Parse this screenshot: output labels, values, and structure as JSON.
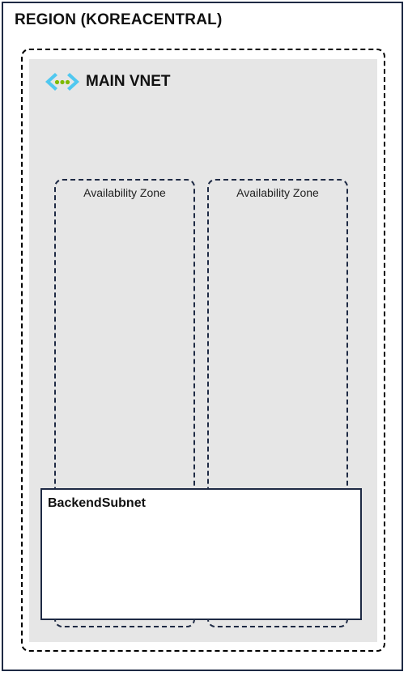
{
  "region": {
    "title": "REGION (KOREACENTRAL)"
  },
  "vnet": {
    "title": "MAIN VNET",
    "icon": "virtual-network-icon",
    "icon_colors": {
      "brackets": "#50c8f0",
      "dot_left": "#7fba00",
      "dot_middle": "#7fba00",
      "dot_right": "#7fba00"
    }
  },
  "zones": [
    {
      "label": "Availability Zone"
    },
    {
      "label": "Availability Zone"
    }
  ],
  "subnet": {
    "title": "BackendSubnet"
  }
}
